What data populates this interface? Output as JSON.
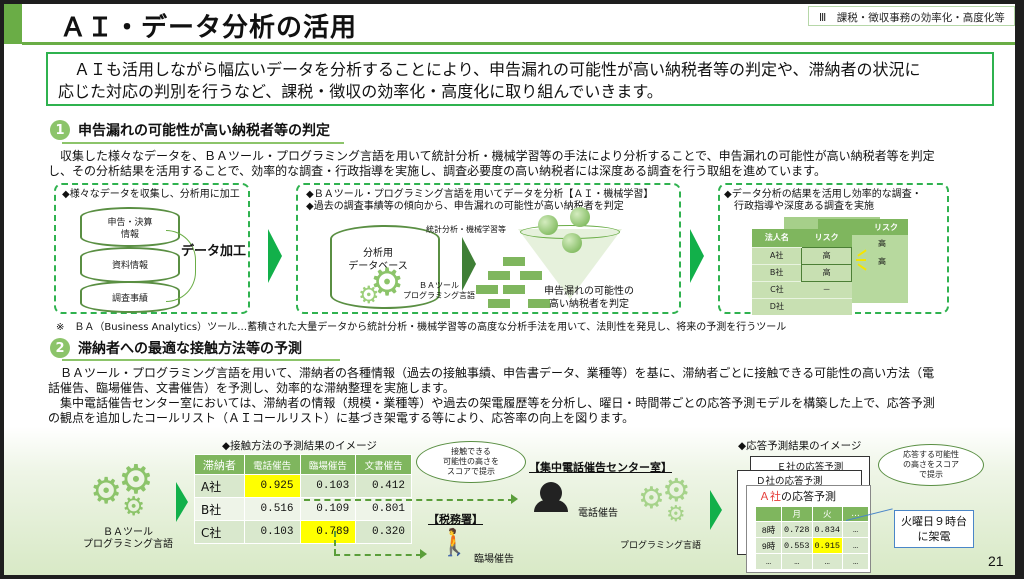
{
  "header": {
    "title": "ＡＩ・データ分析の活用",
    "chapter": "Ⅲ　課税・徴収事務の効率化・高度化等"
  },
  "summary": {
    "line1": "　ＡＩも活用しながら幅広いデータを分析することにより、申告漏れの可能性が高い納税者等の判定や、滞納者の状況に",
    "line2": "応じた対応の判別を行うなど、課税・徴収の効率化・高度化に取り組んでいきます。"
  },
  "section1": {
    "number": "1",
    "title": "申告漏れの可能性が高い納税者等の判定",
    "body_line1": "　収集した様々なデータを、ＢＡツール・プログラミング言語を用いて統計分析・機械学習等の手法により分析することで、申告漏れの可能性が高い納税者等を判定",
    "body_line2": "し、その分析結果を活用することで、効率的な調査・行政指導を実施し、調査必要度の高い納税者には深度ある調査を行う取組を進めています。",
    "box1": {
      "heading": "◆様々なデータを収集し、分析用に加工",
      "layers": [
        "申告・決算\n情報",
        "資料情報",
        "調査事績"
      ],
      "label": "データ加工"
    },
    "box2": {
      "bullet1": "◆ＢＡツール・プログラミング言語を用いてデータを分析【ＡＩ・機械学習】",
      "bullet2": "◆過去の調査事績等の傾向から、申告漏れの可能性が高い納税者を判定",
      "db_label": "分析用\nデータベース",
      "tool_label": "ＢＡツール\nプログラミング言語",
      "method_label": "統計分析・機械学習等",
      "result_label_1": "申告漏れの可能性の",
      "result_label_2": "高い納税者を判定"
    },
    "box3": {
      "heading_1": "◆データ分析の結果を活用し効率的な調査・",
      "heading_2": "　行政指導や深度ある調査を実施",
      "table_headers": [
        "法人名",
        "リスク"
      ],
      "rows": [
        {
          "name": "A社",
          "risk": "高"
        },
        {
          "name": "B社",
          "risk": "高"
        },
        {
          "name": "C社",
          "risk": "－"
        },
        {
          "name": "D社",
          "risk": ""
        }
      ],
      "back_header": "リスク",
      "back_values": [
        "高",
        "高"
      ]
    },
    "footnote": "※　ＢＡ（Business Analytics）ツール…蓄積された大量データから統計分析・機械学習等の高度な分析手法を用いて、法則性を発見し、将来の予測を行うツール"
  },
  "section2": {
    "number": "2",
    "title": "滞納者への最適な接触方法等の予測",
    "body_line1": "　ＢＡツール・プログラミング言語を用いて、滞納者の各種情報（過去の接触事績、申告書データ、業種等）を基に、滞納者ごとに接触できる可能性の高い方法（電",
    "body_line2": "話催告、臨場催告、文書催告）を予測し、効率的な滞納整理を実施します。",
    "body_line3": "　集中電話催告センター室においては、滞納者の情報（規模・業種等）や過去の架電履歴等を分析し、曜日・時間帯ごとの応答予測モデルを構築した上で、応答予測",
    "body_line4": "の観点を追加したコールリスト（ＡＩコールリスト）に基づき架電する等により、応答率の向上を図ります。",
    "tool_label": "ＢＡツール\nプログラミング言語",
    "contact_title": "◆接触方法の予測結果のイメージ",
    "contact_headers": [
      "滞納者",
      "電話催告",
      "臨場催告",
      "文書催告"
    ],
    "contact_rows": [
      {
        "name": "A社",
        "phone": "0.925",
        "visit": "0.103",
        "letter": "0.412",
        "highlight": "phone"
      },
      {
        "name": "B社",
        "phone": "0.516",
        "visit": "0.109",
        "letter": "0.801",
        "highlight": ""
      },
      {
        "name": "C社",
        "phone": "0.103",
        "visit": "0.789",
        "letter": "0.320",
        "highlight": "visit"
      }
    ],
    "bubble1": "接触できる\n可能性の高さを\nスコアで提示",
    "center_label": "【集中電話催告センター室】",
    "phone_label": "電話催告",
    "office_label": "【税務署】",
    "visit_label": "臨場催告",
    "prog_label": "プログラミング言語",
    "response_title": "◆応答予測結果のイメージ",
    "card_e": "Ｅ社の応答予測",
    "card_d": "Ｄ社の応答予測",
    "card_a_company": "Ａ社",
    "card_a_suffix": "の応答予測",
    "response_headers": [
      "",
      "月",
      "火",
      "…"
    ],
    "response_rows": [
      [
        "8時",
        "0.728",
        "0.834",
        "…"
      ],
      [
        "9時",
        "0.553",
        "0.915",
        "…"
      ],
      [
        "…",
        "…",
        "…",
        "…"
      ]
    ],
    "bubble2": "応答する可能性\nの高さをスコア\nで提示",
    "callout_1": "火曜日９時台",
    "callout_2": "に架電"
  },
  "page_number": "21",
  "colors": {
    "accent_green": "#6aad46",
    "box_green": "#2fb24f",
    "arrow_green": "#12b04a",
    "table_header": "#7fb65e",
    "highlight": "#ffff00",
    "callout_blue": "#4a86c8",
    "red_company": "#e53935"
  }
}
